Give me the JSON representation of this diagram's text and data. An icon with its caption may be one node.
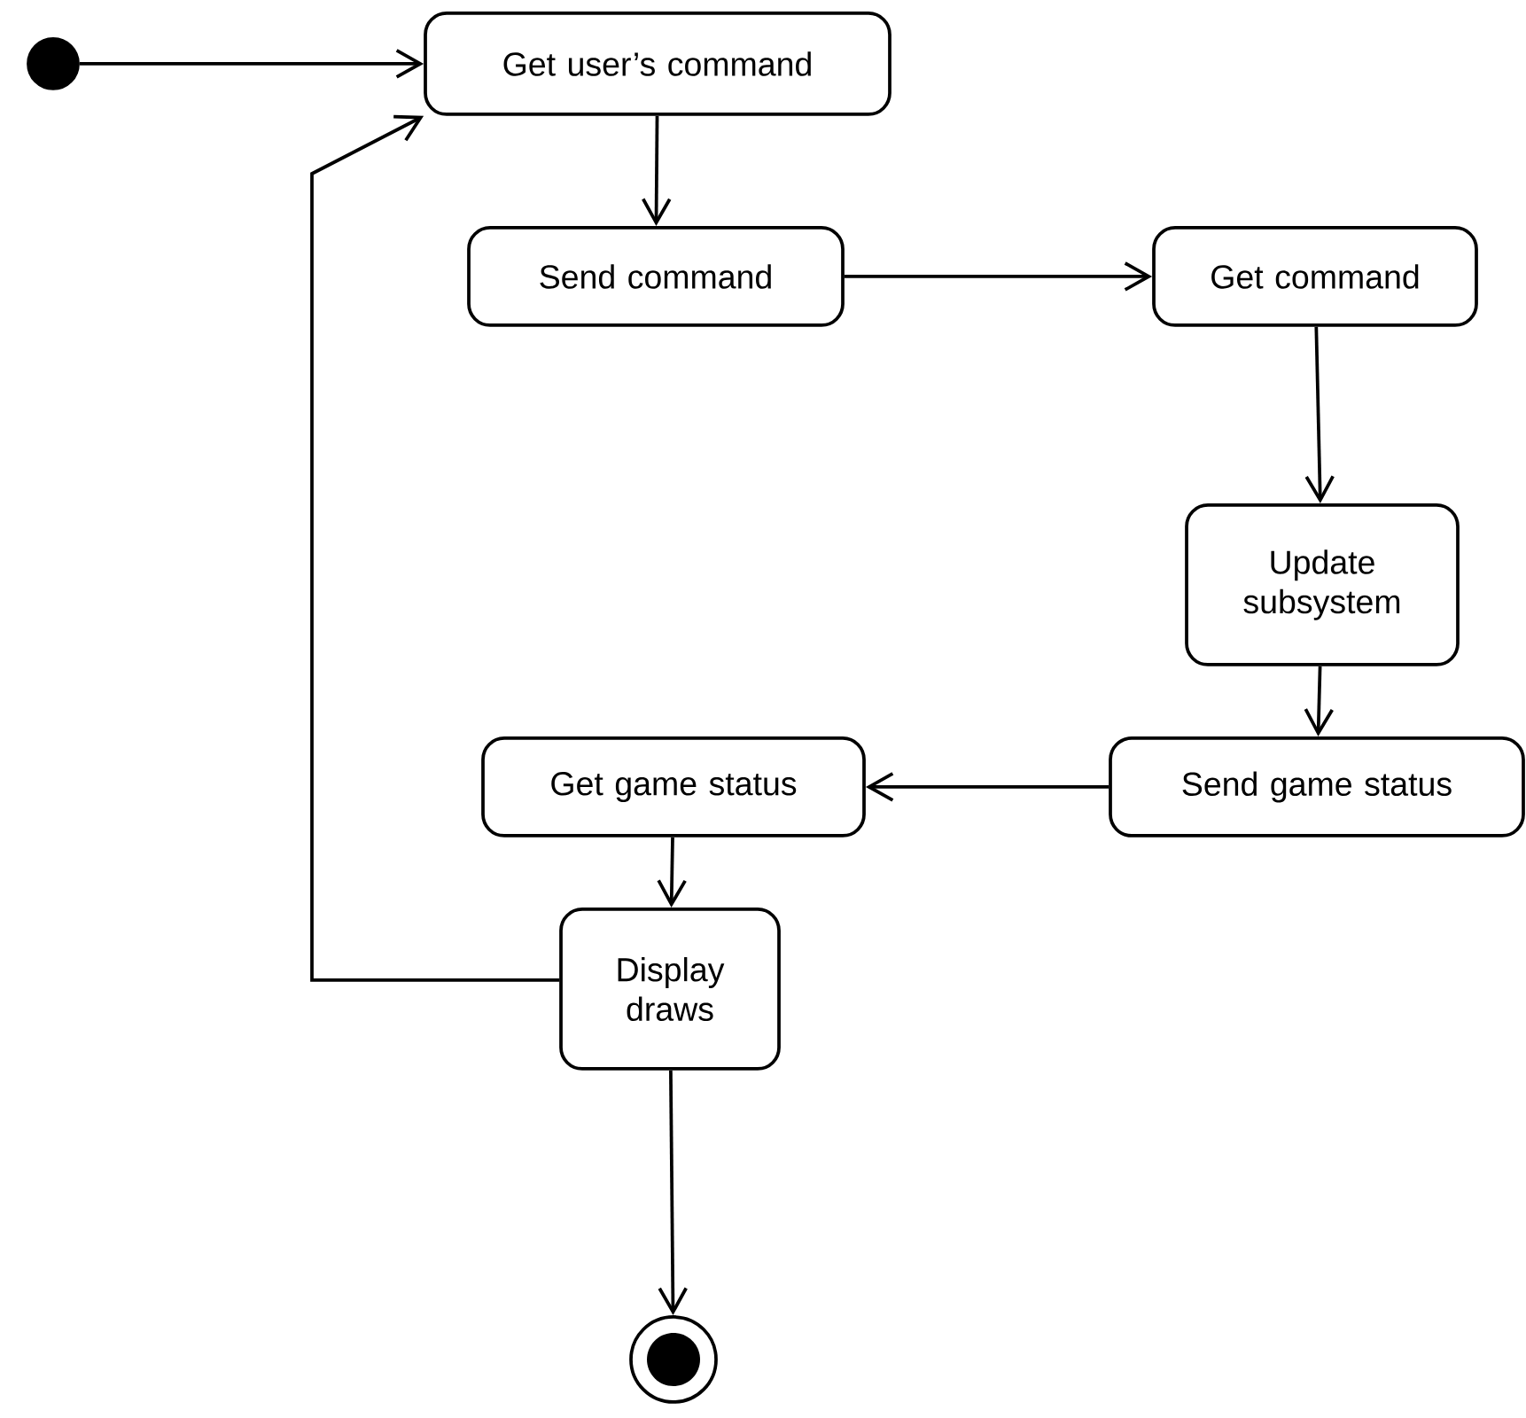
{
  "diagram": {
    "nodes": [
      {
        "text": [],
        "shape": "dot"
      },
      {
        "text": [
          "Get user’s command"
        ]
      },
      {
        "text": [
          "Send command"
        ]
      },
      {
        "text": [
          "Get command"
        ]
      },
      {
        "text": [
          "Update subsystem"
        ]
      },
      {
        "text": [
          "Send game status"
        ]
      },
      {
        "text": [
          "Get game status"
        ]
      },
      {
        "text": [
          "Display draws"
        ]
      },
      {
        "text": [],
        "shape": "bullseye"
      }
    ],
    "edges": [
      {
        "from": 0,
        "to": 1,
        "arrow": "to"
      },
      {
        "from": 1,
        "to": 2,
        "arrow": "to"
      },
      {
        "from": 2,
        "to": 3,
        "arrow": "to"
      },
      {
        "from": 3,
        "to": 4,
        "arrow": "to"
      },
      {
        "from": 4,
        "to": 5,
        "arrow": "to"
      },
      {
        "from": 5,
        "to": 6,
        "arrow": "to"
      },
      {
        "from": 6,
        "to": 7,
        "arrow": "to"
      },
      {
        "from": 7,
        "to": 1,
        "arrow": "to"
      },
      {
        "from": 7,
        "to": 8,
        "arrow": "to"
      }
    ]
  }
}
